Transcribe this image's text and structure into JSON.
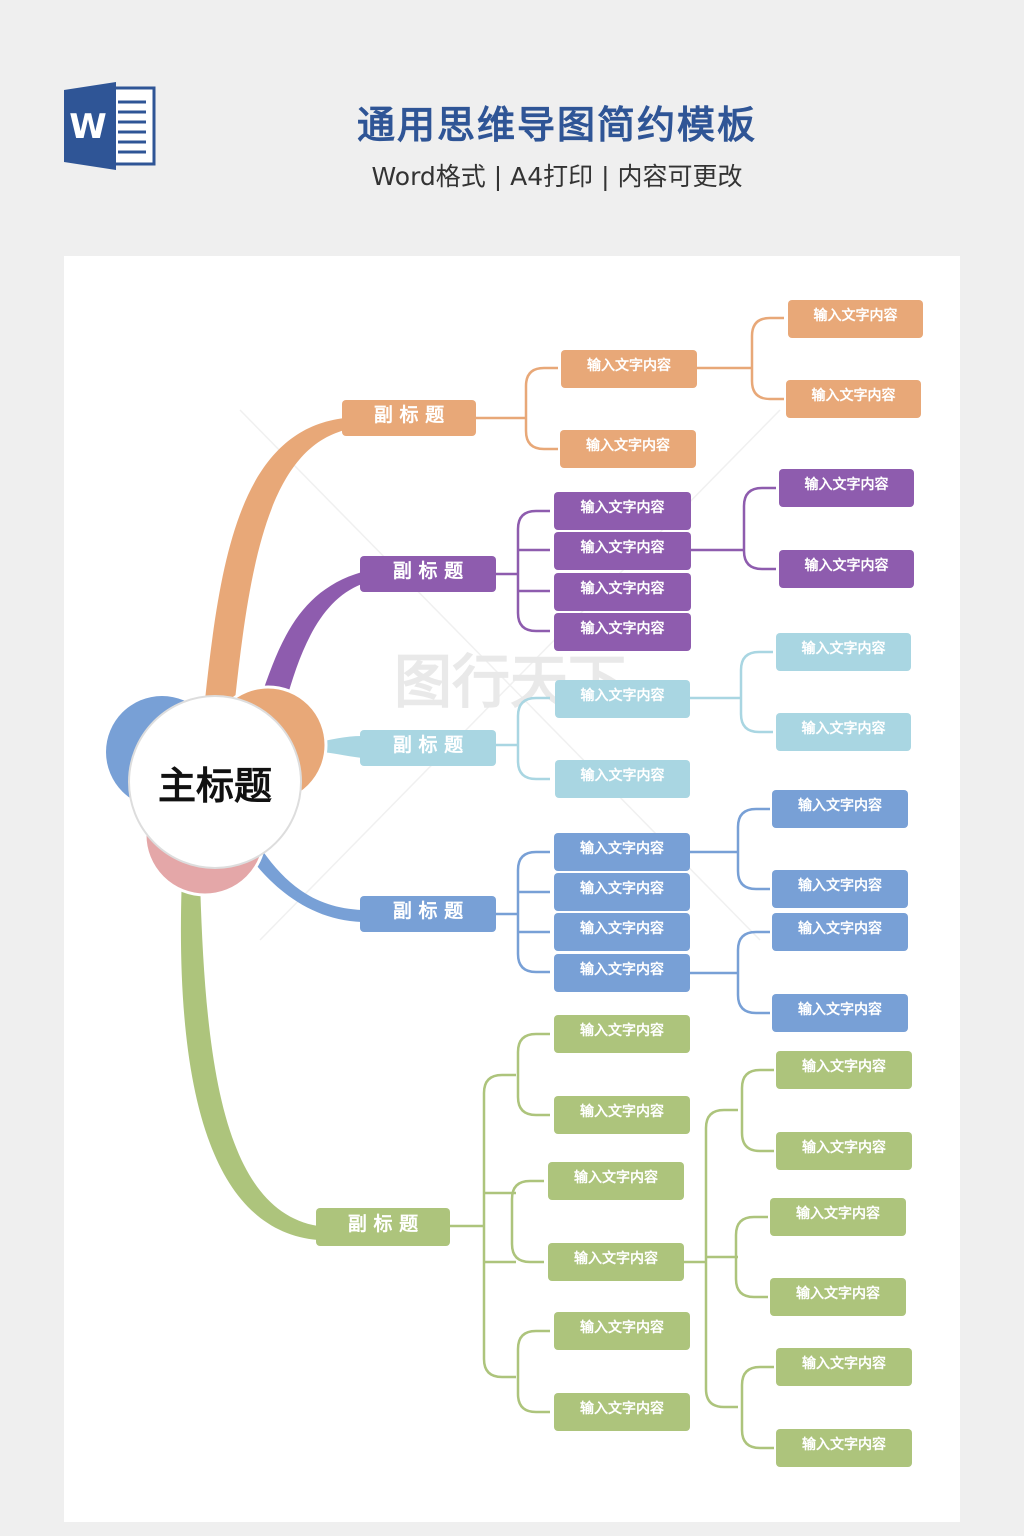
{
  "header": {
    "title": "通用思维导图简约模板",
    "subtitle": "Word格式 | A4打印 | 内容可更改"
  },
  "logo": {
    "icon": "word-document-icon",
    "letter": "W"
  },
  "watermark": "图行天下",
  "colors": {
    "orange": "#e8a878",
    "purple": "#8e5cae",
    "lightblue": "#a9d6e2",
    "blue": "#78a0d6",
    "green": "#adc47c",
    "pink": "#e4a7a8"
  },
  "mindmap": {
    "main_topic": "主标题",
    "branches": [
      {
        "label": "副 标 题",
        "color": "orange",
        "children": [
          {
            "label": "输入文字内容",
            "children": [
              "输入文字内容",
              "输入文字内容"
            ]
          },
          {
            "label": "输入文字内容"
          }
        ]
      },
      {
        "label": "副 标 题",
        "color": "purple",
        "children": [
          {
            "label": "输入文字内容"
          },
          {
            "label": "输入文字内容",
            "children": [
              "输入文字内容",
              "输入文字内容"
            ]
          },
          {
            "label": "输入文字内容"
          },
          {
            "label": "输入文字内容"
          }
        ]
      },
      {
        "label": "副 标 题",
        "color": "lightblue",
        "children": [
          {
            "label": "输入文字内容",
            "children": [
              "输入文字内容",
              "输入文字内容"
            ]
          },
          {
            "label": "输入文字内容"
          }
        ]
      },
      {
        "label": "副 标 题",
        "color": "blue",
        "children": [
          {
            "label": "输入文字内容",
            "children": [
              "输入文字内容",
              "输入文字内容"
            ]
          },
          {
            "label": "输入文字内容"
          },
          {
            "label": "输入文字内容"
          },
          {
            "label": "输入文字内容",
            "children": [
              "输入文字内容",
              "输入文字内容"
            ]
          }
        ]
      },
      {
        "label": "副 标 题",
        "color": "green",
        "children": [
          {
            "children": [
              "输入文字内容",
              "输入文字内容"
            ]
          },
          {
            "children": [
              "输入文字内容",
              "输入文字内容"
            ]
          },
          {
            "children": [
              "输入文字内容",
              "输入文字内容"
            ]
          },
          {
            "children": [
              "输入文字内容",
              "输入文字内容"
            ]
          },
          {
            "children": [
              "输入文字内容",
              "输入文字内容"
            ]
          },
          {
            "children": [
              "输入文字内容",
              "输入文字内容"
            ]
          }
        ]
      }
    ]
  }
}
